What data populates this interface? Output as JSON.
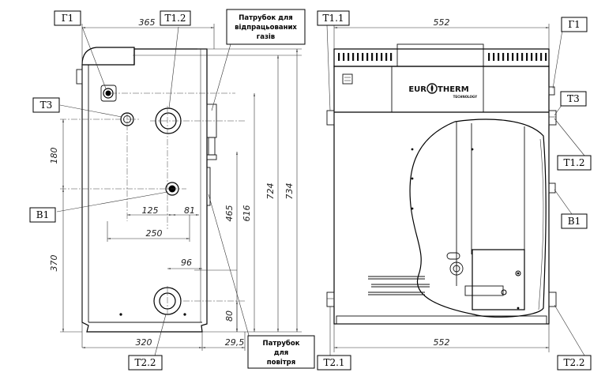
{
  "side_view": {
    "labels": {
      "g1": "Г1",
      "t1_2": "Т1.2",
      "t3": "Т3",
      "b1": "В1",
      "t2_2": "Т2.2"
    },
    "notes": {
      "exhaust": [
        "Патрубок для",
        "відпрацьованих",
        "газів"
      ],
      "air": [
        "Патрубок",
        "для",
        "повітря"
      ]
    },
    "dimensions": {
      "top_width": "365",
      "d180": "180",
      "d370": "370",
      "d125": "125",
      "d81": "81",
      "d250": "250",
      "d96": "96",
      "d320": "320",
      "d29_5": "29,5",
      "h465": "465",
      "h616": "616",
      "h724": "724",
      "h734": "734",
      "h80": "80"
    }
  },
  "front_view": {
    "labels": {
      "t1_1": "Т1.1",
      "g1": "Г1",
      "t3": "Т3",
      "t1_2": "Т1.2",
      "b1": "В1",
      "t2_1": "Т2.1",
      "t2_2": "Т2.2"
    },
    "dimensions": {
      "top_width": "552",
      "bottom_width": "552"
    },
    "brand": {
      "name_left": "EUR",
      "name_right": "THERM",
      "tagline": "TECHNOLOGY"
    }
  }
}
